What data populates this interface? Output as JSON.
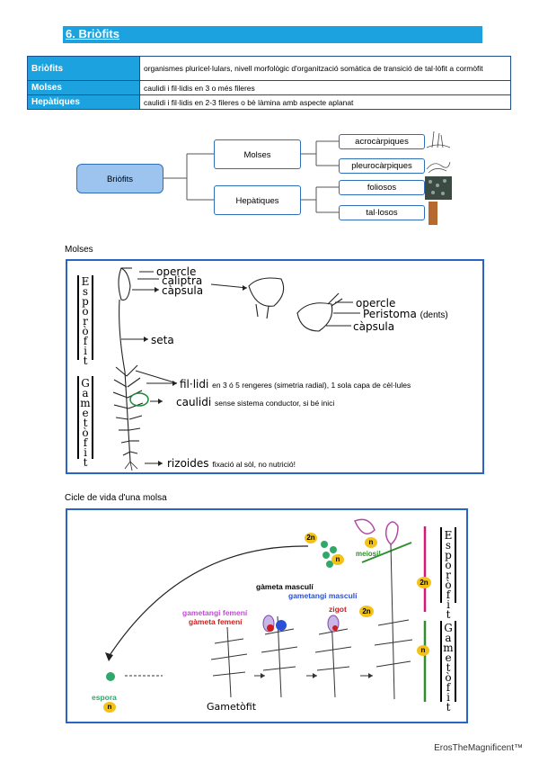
{
  "section": {
    "title": "6. Briòfits"
  },
  "definitions": [
    {
      "term": "Briòfits",
      "text": "organismes pluricel·lulars, nivell morfològic d'organització somàtica de transició de tal·lòfit a cormòfit"
    },
    {
      "term": "Molses",
      "text": "caulidi i fil·lidis en 3 o més fileres"
    },
    {
      "term": "Hepàtiques",
      "text": "caulidi i fil·lidis en 2-3 fileres o bè làmina amb aspecte aplanat"
    }
  ],
  "tree": {
    "root": "Briòfits",
    "branches": [
      {
        "label": "Molses",
        "children": [
          "acrocàrpiques",
          "pleurocàrpiques"
        ]
      },
      {
        "label": "Hepàtiques",
        "children": [
          "foliosos",
          "tal·losos"
        ]
      }
    ]
  },
  "molses": {
    "heading": "Molses",
    "vertical_top": "Esporòfit",
    "vertical_bottom": "Gametòfit",
    "labels": {
      "opercle": "opercle",
      "caliptra": "caliptra",
      "capsula": "càpsula",
      "seta": "seta",
      "opercle2": "opercle",
      "peristoma": "Peristoma",
      "peristoma_note": "(dents)",
      "capsula2": "càpsula",
      "fillidi": "fil·lidi",
      "fillidi_note": "en 3 ó 5 rengeres (simetria radial), 1 sola capa de cèl·lules",
      "caulidi": "caulidi",
      "caulidi_note": "sense sistema conductor, si bé inici",
      "rizoides": "rizoides",
      "rizoides_note": "fixació al sòl, no nutrició!"
    }
  },
  "cicle": {
    "heading": "Cicle de vida d'una molsa",
    "vertical_top": "Esporòfit",
    "vertical_bottom": "Gametòfit",
    "labels": {
      "gameta_masculi": "gàmeta masculí",
      "gametangi_masculi": "gametangi masculí",
      "gametangi_femeni": "gametangi femení",
      "gameta_femeni": "gàmeta femení",
      "zigot": "zigot",
      "meiosi": "meiosi!",
      "espora": "espora",
      "gametofit": "Gametòfit"
    },
    "ploidy": {
      "diploid": "2n",
      "haploid": "n"
    },
    "colors": {
      "diploid_line": "#d6177a",
      "haploid_line": "#2f8f2f",
      "badge": "#f3c21a"
    }
  },
  "footer": "ErosTheMagnificent™"
}
